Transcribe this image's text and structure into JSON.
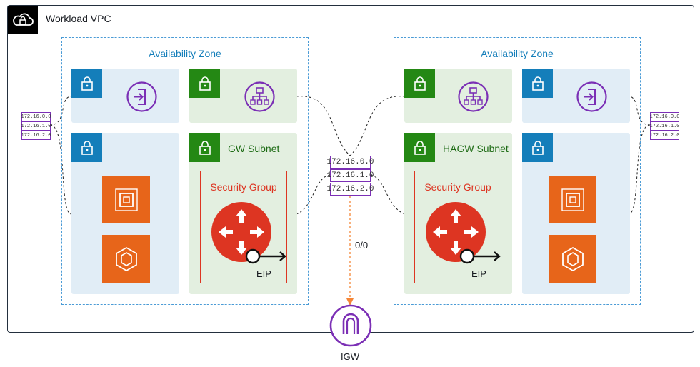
{
  "vpc": {
    "title": "Workload VPC",
    "icon": "cloud-lock-icon"
  },
  "availability_zones": [
    {
      "title": "Availability Zone"
    },
    {
      "title": "Availability Zone"
    }
  ],
  "subnets": {
    "gw": {
      "label": "GW Subnet"
    },
    "hagw": {
      "label": "HAGW Subnet"
    }
  },
  "security_groups": [
    {
      "label": "Security Group",
      "eip": "EIP"
    },
    {
      "label": "Security Group",
      "eip": "EIP"
    }
  ],
  "route_table_center": [
    "172.16.0.0",
    "172.16.1.0",
    "172.16.2.0"
  ],
  "route_table_left": [
    "172.16.0.0",
    "172.16.1.0",
    "172.16.2.0"
  ],
  "route_table_right": [
    "172.16.0.0",
    "172.16.1.0",
    "172.16.2.0"
  ],
  "default_route": "0/0",
  "igw": {
    "label": "IGW"
  },
  "colors": {
    "vpc_border": "#232f3e",
    "az_border": "#4a9bd6",
    "private_subnet": "#147eba",
    "public_subnet": "#248814",
    "compute": "#e7651a",
    "router": "#dd3522",
    "purple": "#7b2fb5",
    "igw_arrow": "#f58536"
  }
}
